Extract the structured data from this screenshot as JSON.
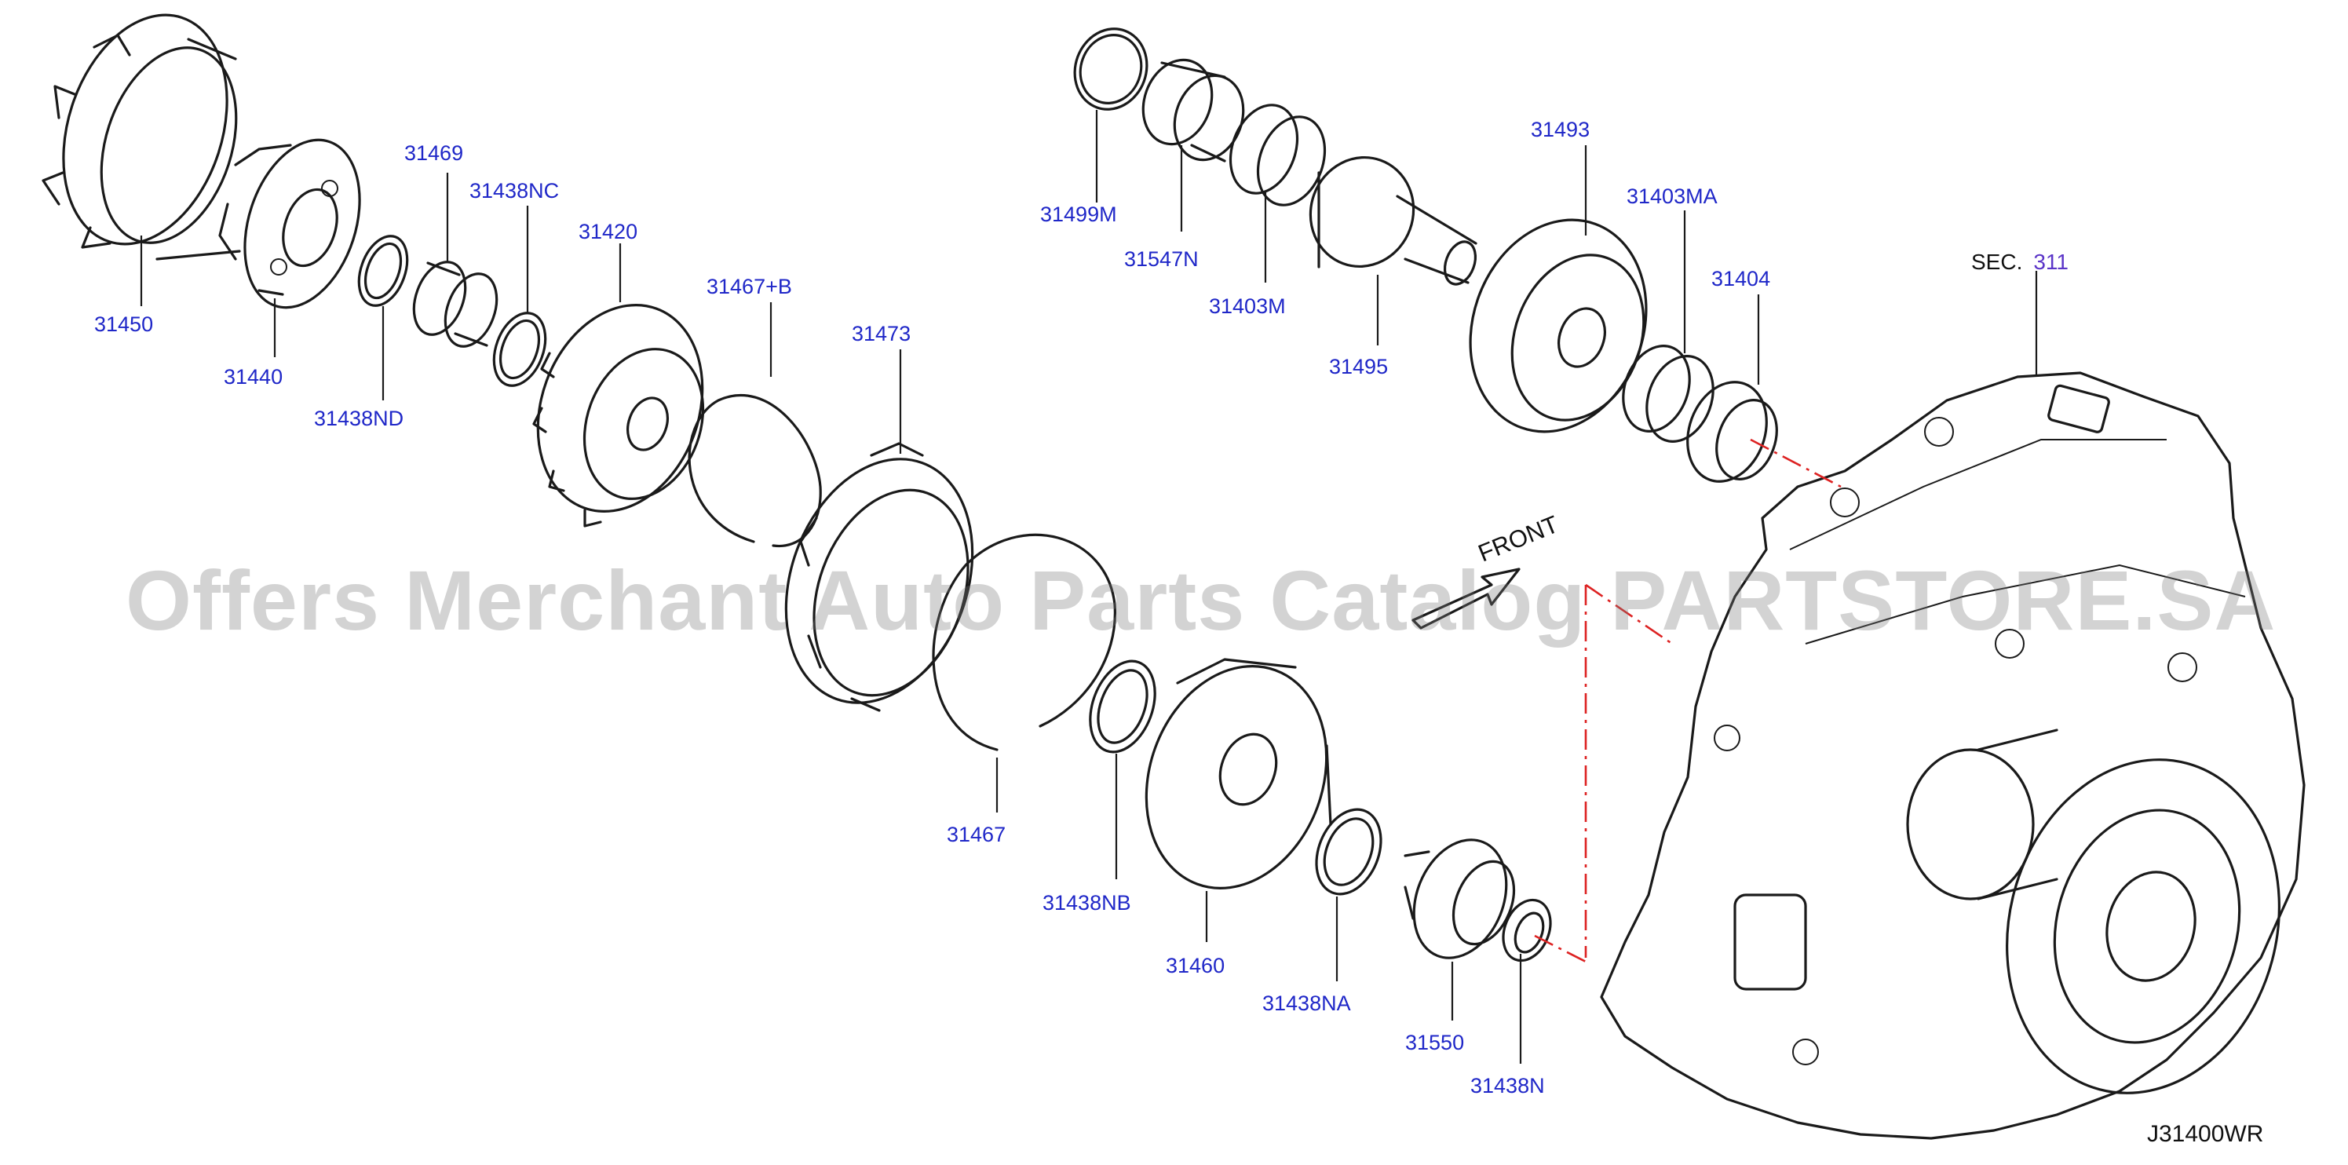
{
  "diagram_code": "J31400WR",
  "watermark": "Offers Merchant Auto Parts Catalog PARTSTORE.SA",
  "front_label": "FRONT",
  "section_ref": {
    "label": "SEC.",
    "number": "311"
  },
  "parts": [
    {
      "id": "p31450",
      "number": "31450"
    },
    {
      "id": "p31440",
      "number": "31440"
    },
    {
      "id": "p31438nd",
      "number": "31438ND"
    },
    {
      "id": "p31469",
      "number": "31469"
    },
    {
      "id": "p31438nc",
      "number": "31438NC"
    },
    {
      "id": "p31420",
      "number": "31420"
    },
    {
      "id": "p31467b",
      "number": "31467+B"
    },
    {
      "id": "p31473",
      "number": "31473"
    },
    {
      "id": "p31467",
      "number": "31467"
    },
    {
      "id": "p31438nb",
      "number": "31438NB"
    },
    {
      "id": "p31460",
      "number": "31460"
    },
    {
      "id": "p31438na",
      "number": "31438NA"
    },
    {
      "id": "p31550",
      "number": "31550"
    },
    {
      "id": "p31438n",
      "number": "31438N"
    },
    {
      "id": "p31499m",
      "number": "31499M"
    },
    {
      "id": "p31547n",
      "number": "31547N"
    },
    {
      "id": "p31403m",
      "number": "31403M"
    },
    {
      "id": "p31495",
      "number": "31495"
    },
    {
      "id": "p31493",
      "number": "31493"
    },
    {
      "id": "p31403ma",
      "number": "31403MA"
    },
    {
      "id": "p31404",
      "number": "31404"
    }
  ],
  "colors": {
    "part_number": "#1f27c8",
    "section_number": "#5b35c8",
    "linework": "#1a1a1a",
    "centerline": "#dd2222"
  }
}
